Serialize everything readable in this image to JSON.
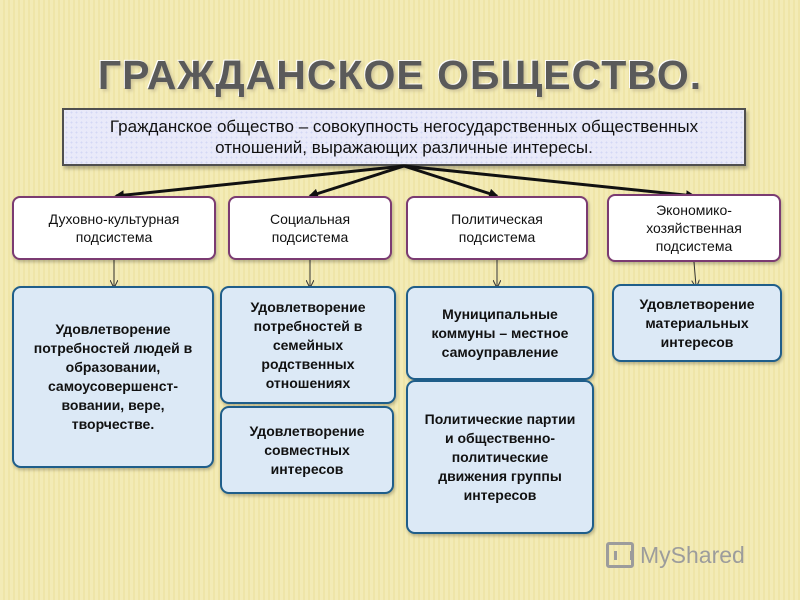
{
  "title": "ГРАЖДАНСКОЕ ОБЩЕСТВО.",
  "definition": "Гражданское общество – совокупность негосударственных общественных отношений, выражающих различные интересы.",
  "subsystems": [
    "Духовно-культурная подсистема",
    "Социальная подсистема",
    "Политическая подсистема",
    "Экономико-хозяйственная подсистема"
  ],
  "details": {
    "spiritual": "Удовлетворение потребностей людей в образовании, самоусовершенст-вовании, вере, творчестве.",
    "social_1": "Удовлетворение потребностей в семейных родственных отношениях",
    "social_2": "Удовлетворение совместных интересов",
    "political_1": "Муниципальные коммуны – местное самоуправление",
    "political_2": "Политические партии и общественно-политические движения группы интересов",
    "economic": "Удовлетворение материальных интересов"
  },
  "watermark": "MyShared",
  "colors": {
    "background": "#f4ecb8",
    "subsystem_border": "#7b3b72",
    "detail_border": "#1f5e8a",
    "detail_fill": "#dce9f6",
    "definition_fill": "#e9eaf9"
  }
}
